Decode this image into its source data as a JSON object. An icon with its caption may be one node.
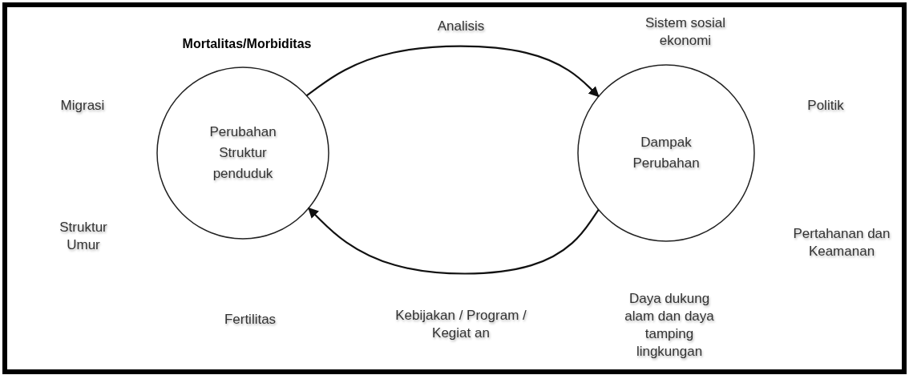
{
  "diagram": {
    "nodes": [
      {
        "text": [
          "Perubahan Struktur penduduk"
        ]
      },
      {
        "text": [
          "Dampak Perubahan"
        ]
      }
    ],
    "edges": [
      {
        "from": 0,
        "to": 1,
        "arrow": "to",
        "label": "Analisis"
      },
      {
        "from": 1,
        "to": 0,
        "arrow": "to",
        "label": "Kebijakan / Program / Kegiat an"
      }
    ],
    "labels": [
      "Mortalitas/Morbiditas",
      "Sistem sosial ekonomi",
      "Migrasi",
      "Politik",
      "Struktur Umur",
      "Pertahanan dan Keamanan",
      "Fertilitas",
      "Daya dukung alam dan daya tamping lingkungan"
    ]
  }
}
